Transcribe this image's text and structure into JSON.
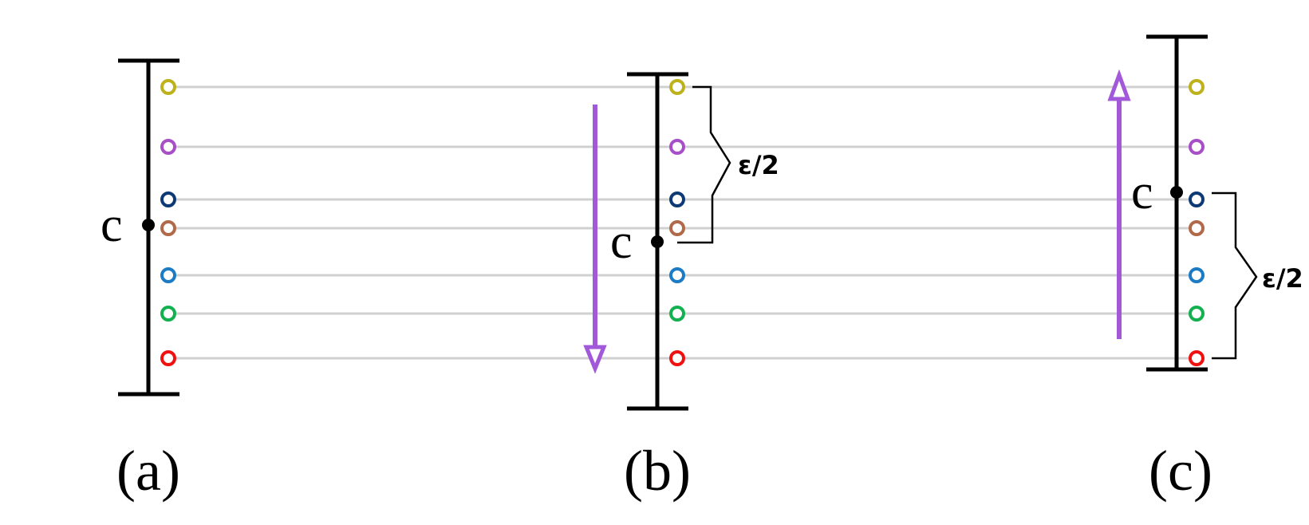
{
  "panels": [
    {
      "label": "(a)",
      "center_label": "c",
      "arrow": "none",
      "brace_label": ""
    },
    {
      "label": "(b)",
      "center_label": "c",
      "arrow": "down",
      "brace_label": "ε/2"
    },
    {
      "label": "(c)",
      "center_label": "c",
      "arrow": "up",
      "brace_label": "ε/2"
    }
  ],
  "points": [
    {
      "color": "#bdb21b"
    },
    {
      "color": "#a64fc9"
    },
    {
      "color": "#0d3a75"
    },
    {
      "color": "#b06a4a"
    },
    {
      "color": "#1b7bc4"
    },
    {
      "color": "#13b04f"
    },
    {
      "color": "#f01010"
    }
  ],
  "colors": {
    "guide_lines": "#d0d0d0",
    "axis": "#000000",
    "arrow": "#a259d9"
  }
}
